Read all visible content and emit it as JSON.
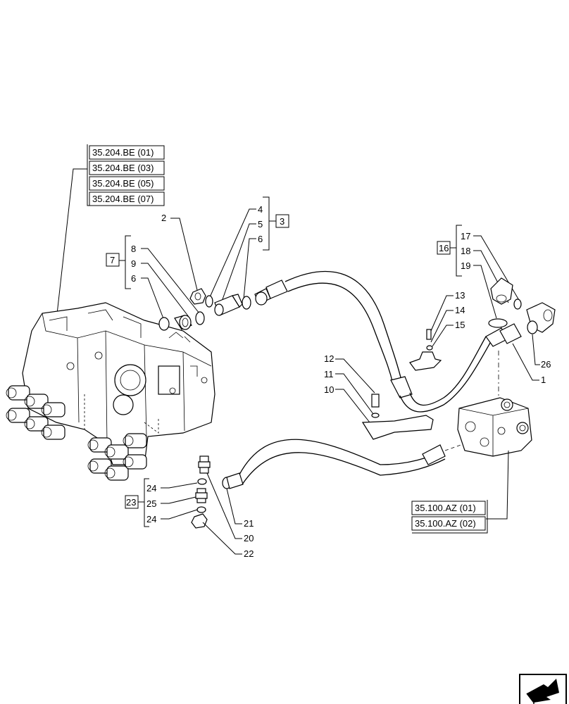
{
  "callouts": {
    "c1": "1",
    "c2": "2",
    "c3": "3",
    "c4": "4",
    "c5": "5",
    "c6a": "6",
    "c6b": "6",
    "c7": "7",
    "c8": "8",
    "c9": "9",
    "c10": "10",
    "c11": "11",
    "c12": "12",
    "c13": "13",
    "c14": "14",
    "c15": "15",
    "c16": "16",
    "c17": "17",
    "c18": "18",
    "c19": "19",
    "c20": "20",
    "c21": "21",
    "c22": "22",
    "c23": "23",
    "c24a": "24",
    "c24b": "24",
    "c25": "25",
    "c26": "26"
  },
  "references": {
    "be": [
      "35.204.BE (01)",
      "35.204.BE (03)",
      "35.204.BE (05)",
      "35.204.BE (07)"
    ],
    "az": [
      "35.100.AZ (01)",
      "35.100.AZ (02)"
    ]
  },
  "nav_icon": "next-page-arrow-icon"
}
